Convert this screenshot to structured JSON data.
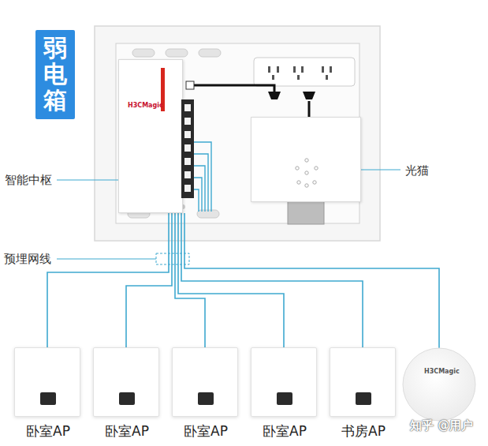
{
  "diagram": {
    "nodes": [
      {
        "text": [
          "弱电箱"
        ]
      },
      {
        "text": [
          "智能中枢"
        ]
      },
      {
        "text": [
          "光猫"
        ]
      },
      {
        "text": [
          "卧室AP"
        ]
      },
      {
        "text": [
          "卧室AP"
        ]
      },
      {
        "text": [
          "卧室AP"
        ]
      },
      {
        "text": [
          "卧室AP"
        ]
      },
      {
        "text": [
          "书房AP"
        ]
      }
    ],
    "edges": [
      {
        "from": 1,
        "to": 3,
        "arrow": "none"
      },
      {
        "from": 1,
        "to": 4,
        "arrow": "none"
      },
      {
        "from": 1,
        "to": 5,
        "arrow": "none"
      },
      {
        "from": 1,
        "to": 6,
        "arrow": "none"
      },
      {
        "from": 1,
        "to": 7,
        "arrow": "none"
      }
    ],
    "labels": [
      "预埋网线",
      "H3CMagic",
      "H3CMagic",
      "知乎 @用户"
    ]
  }
}
